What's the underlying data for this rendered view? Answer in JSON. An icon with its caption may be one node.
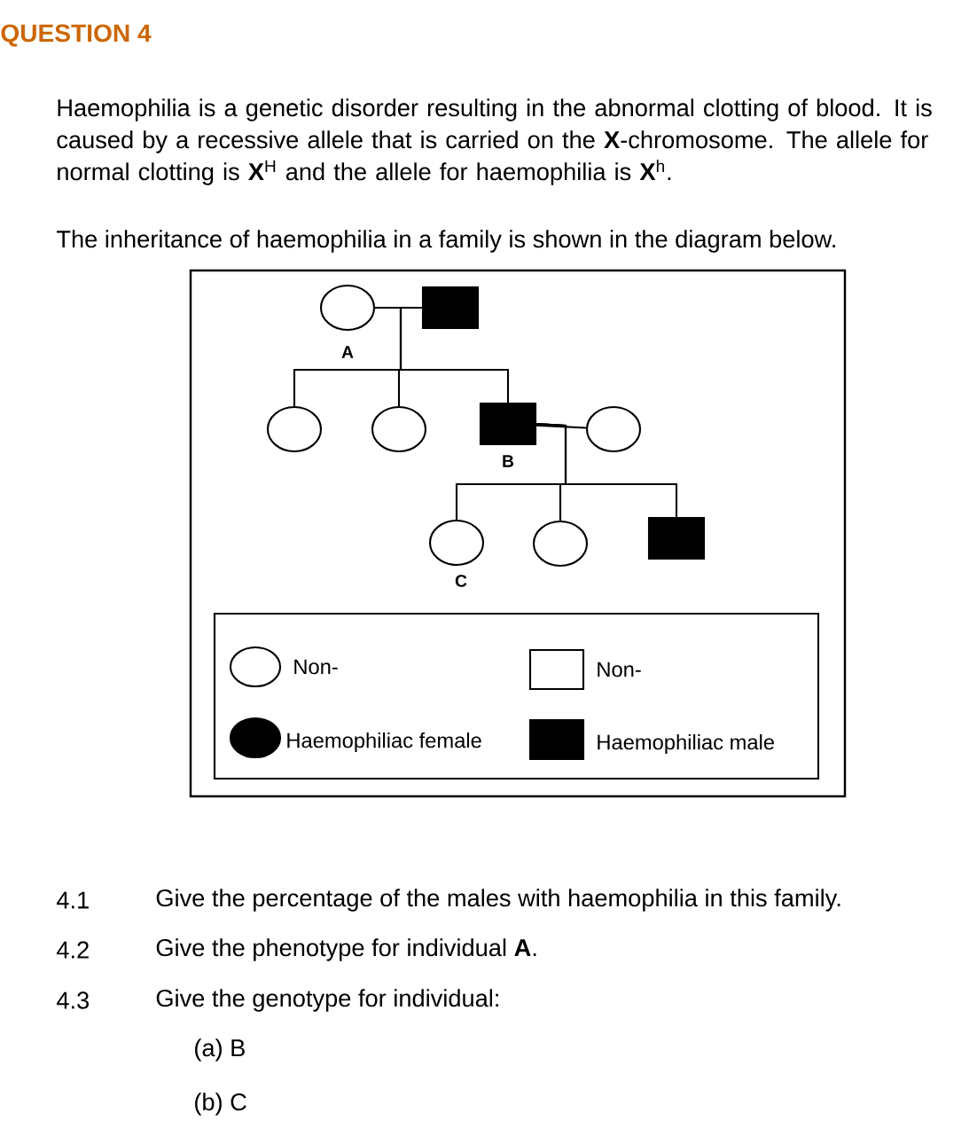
{
  "diagram": {
    "title": "QUESTION 4",
    "nodes": [
      {
        "text": [],
        "shape": "circle",
        "beside": [
          "A"
        ]
      },
      {
        "text": [],
        "shape": "box"
      },
      {
        "text": [],
        "shape": "circle"
      },
      {
        "text": [],
        "shape": "circle"
      },
      {
        "text": [],
        "shape": "box",
        "beside": [
          "B"
        ]
      },
      {
        "text": [],
        "shape": "circle"
      },
      {
        "text": [],
        "shape": "circle",
        "beside": [
          "C"
        ]
      },
      {
        "text": [],
        "shape": "circle"
      },
      {
        "text": [],
        "shape": "box"
      }
    ],
    "edges": [
      {
        "from": 0,
        "to": 1,
        "arrow": "none"
      },
      {
        "from": 0,
        "to": 2,
        "arrow": "none"
      },
      {
        "from": 0,
        "to": 3,
        "arrow": "none"
      },
      {
        "from": 0,
        "to": 4,
        "arrow": "none"
      },
      {
        "from": 4,
        "to": 5,
        "arrow": "none"
      },
      {
        "from": 4,
        "to": 6,
        "arrow": "none"
      },
      {
        "from": 4,
        "to": 7,
        "arrow": "none"
      },
      {
        "from": 4,
        "to": 8,
        "arrow": "none"
      }
    ],
    "labels": [
      "Haemophilia is a genetic disorder resulting in the abnormal clotting of blood. It is caused by a recessive allele that is carried on the **X**-chromosome. The allele for normal clotting is **X**$^{H}$ and the allele for haemophilia is **X**$^{h}$.",
      "The inheritance of haemophilia in a family is shown in the diagram below.",
      "4.1",
      "Give the percentage of the males with haemophilia in this family.",
      "4.2",
      "Give the phenotype for individual **A**.",
      "4.3",
      "Give the genotype for individual:",
      "(a) B",
      "(b) C"
    ],
    "legend": [
      {
        "text": "Non-"
      },
      {
        "text": "Non-"
      },
      {
        "text": "Haemophiliac female"
      },
      {
        "text": "Haemophiliac male"
      }
    ]
  }
}
